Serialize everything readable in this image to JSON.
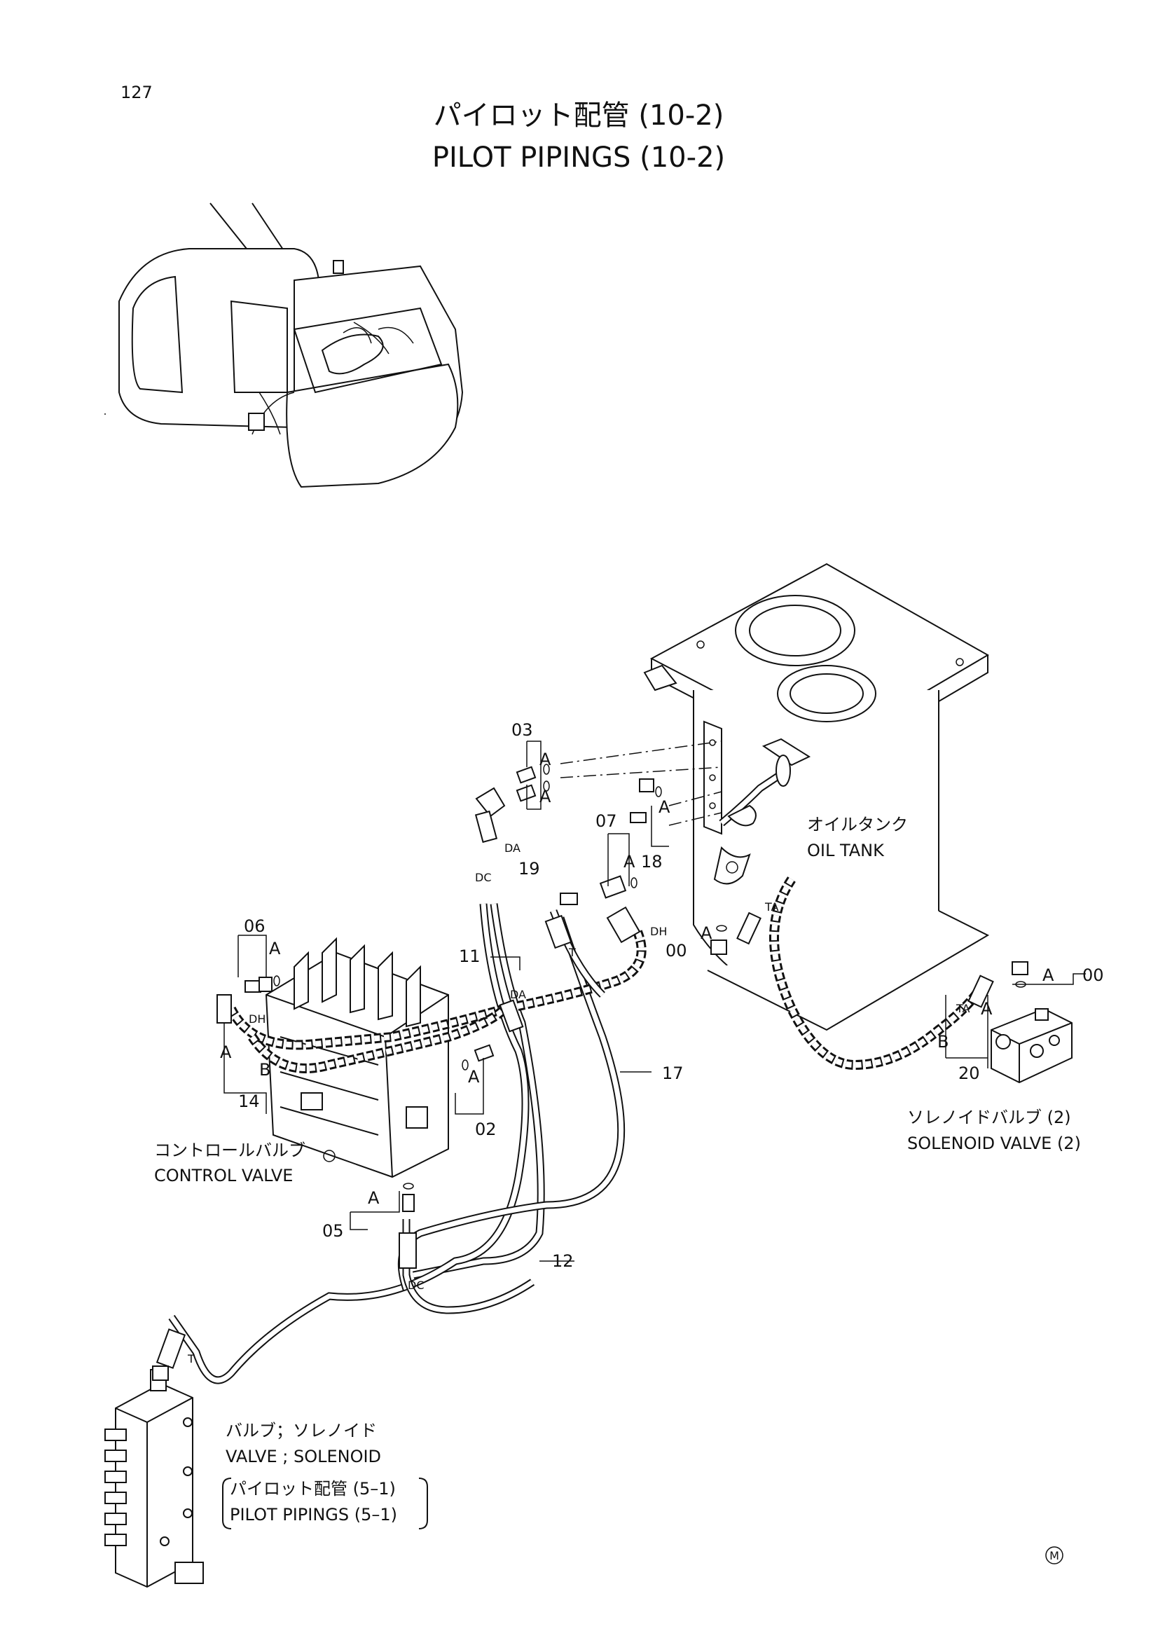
{
  "page_number": "127",
  "title_jp": "パイロット配管 (10-2)",
  "title_en": "PILOT PIPINGS  (10-2)",
  "callouts": {
    "p03": "03",
    "p19": "19",
    "p07": "07",
    "p18": "18",
    "p00a": "00",
    "p00b": "00",
    "p06": "06",
    "p11": "11",
    "p14": "14",
    "p02": "02",
    "p17": "17",
    "p05": "05",
    "p12": "12",
    "p20": "20",
    "a": "A",
    "b": "B",
    "da": "DA",
    "dc": "DC",
    "dh": "DH",
    "t": "T",
    "ta": "TA"
  },
  "labels": {
    "oil_tank_jp": "オイルタンク",
    "oil_tank_en": "OIL TANK",
    "control_valve_jp": "コントロールバルブ",
    "control_valve_en": "CONTROL VALVE",
    "solenoid_valve_jp": "ソレノイドバルブ (2)",
    "solenoid_valve_en": "SOLENOID VALVE (2)",
    "valve_solenoid_jp": "バルブ；ソレノイド",
    "valve_solenoid_en": "VALVE ; SOLENOID",
    "ref_jp": "パイロット配管 (5–1)",
    "ref_en": "PILOT PIPINGS (5–1)"
  },
  "mark": "M"
}
